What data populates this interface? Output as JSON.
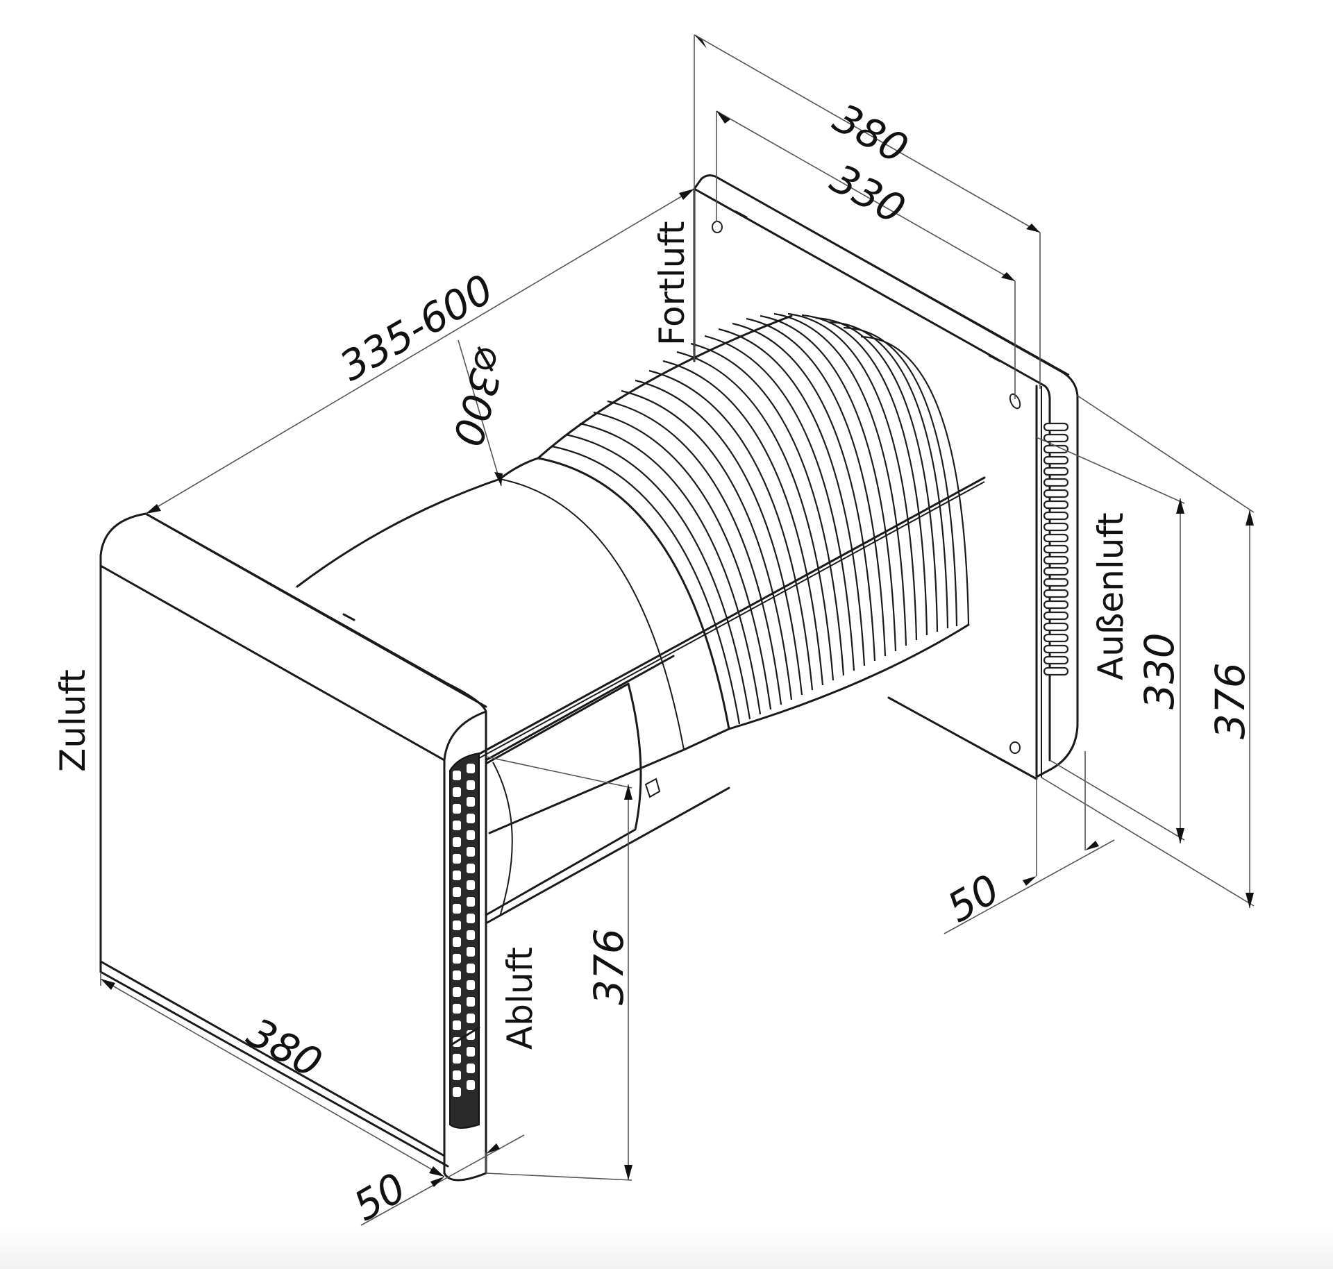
{
  "drawing": {
    "subject": "Wall ventilation unit – dimensioned isometric view",
    "labels": {
      "fortluft": "Fortluft",
      "zuluft": "Zuluft",
      "abluft": "Abluft",
      "aussenluft": "Außenluft"
    },
    "dimensions": {
      "outer_plate_width": "380",
      "outer_plate_inner_width": "330",
      "wall_depth_range": "335-600",
      "duct_diameter": "⌀300",
      "outer_plate_height": "376",
      "outer_plate_inner_height": "330",
      "outer_plate_depth": "50",
      "inner_panel_width": "380",
      "inner_panel_height": "376",
      "inner_panel_depth": "50"
    },
    "colors": {
      "line": "#1a1a1a",
      "dimension_line": "#555555",
      "background": "#ffffff"
    }
  }
}
